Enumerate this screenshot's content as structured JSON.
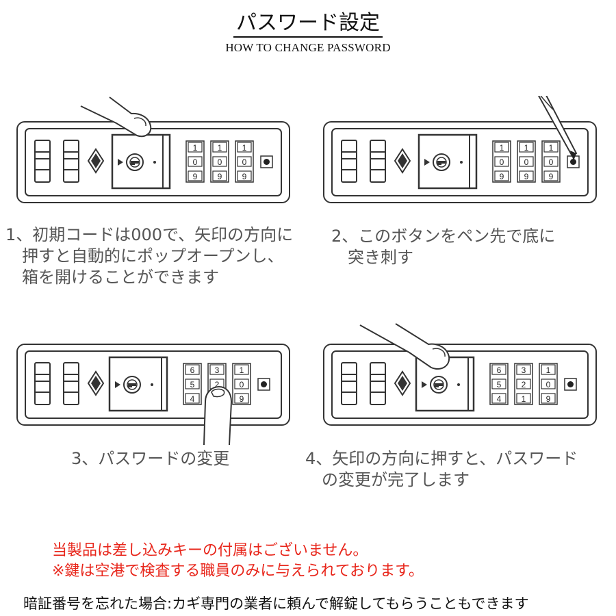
{
  "header": {
    "title": "パスワード設定",
    "subtitle": "HOW TO CHANGE PASSWORD"
  },
  "steps": [
    {
      "caption": "1、初期コードは000で、矢印の方向に\n　押すと自動的にポップオープンし、\n　箱を開けることができます",
      "dials": [
        [
          "1",
          "0",
          "9"
        ],
        [
          "1",
          "0",
          "9"
        ],
        [
          "1",
          "0",
          "9"
        ]
      ],
      "hand": "finger-push-icon"
    },
    {
      "caption": "2、このボタンをペン先で底に\n　突き刺す",
      "dials": [
        [
          "1",
          "0",
          "9"
        ],
        [
          "1",
          "0",
          "9"
        ],
        [
          "1",
          "0",
          "9"
        ]
      ],
      "hand": "pen-icon"
    },
    {
      "caption": "3、パスワードの変更",
      "dials": [
        [
          "6",
          "5",
          "4"
        ],
        [
          "3",
          "2",
          "1"
        ],
        [
          "1",
          "0",
          "9"
        ]
      ],
      "hand": "finger-dial-icon"
    },
    {
      "caption": "4、矢印の方向に押すと、パスワード\n　の変更が完了します",
      "dials": [
        [
          "6",
          "5",
          "4"
        ],
        [
          "3",
          "2",
          "1"
        ],
        [
          "1",
          "0",
          "9"
        ]
      ],
      "hand": "finger-push-icon"
    }
  ],
  "notice": {
    "line1": "当製品は差し込みキーの付属はございません。",
    "line2": "※鍵は空港で検査する職員のみに与えられております。"
  },
  "forgot": "暗証番号を忘れた場合:カギ専門の業者に頼んで解錠してもらうこともできます",
  "colors": {
    "line": "#333333",
    "notice": "#e8261b",
    "caption": "#555555"
  }
}
